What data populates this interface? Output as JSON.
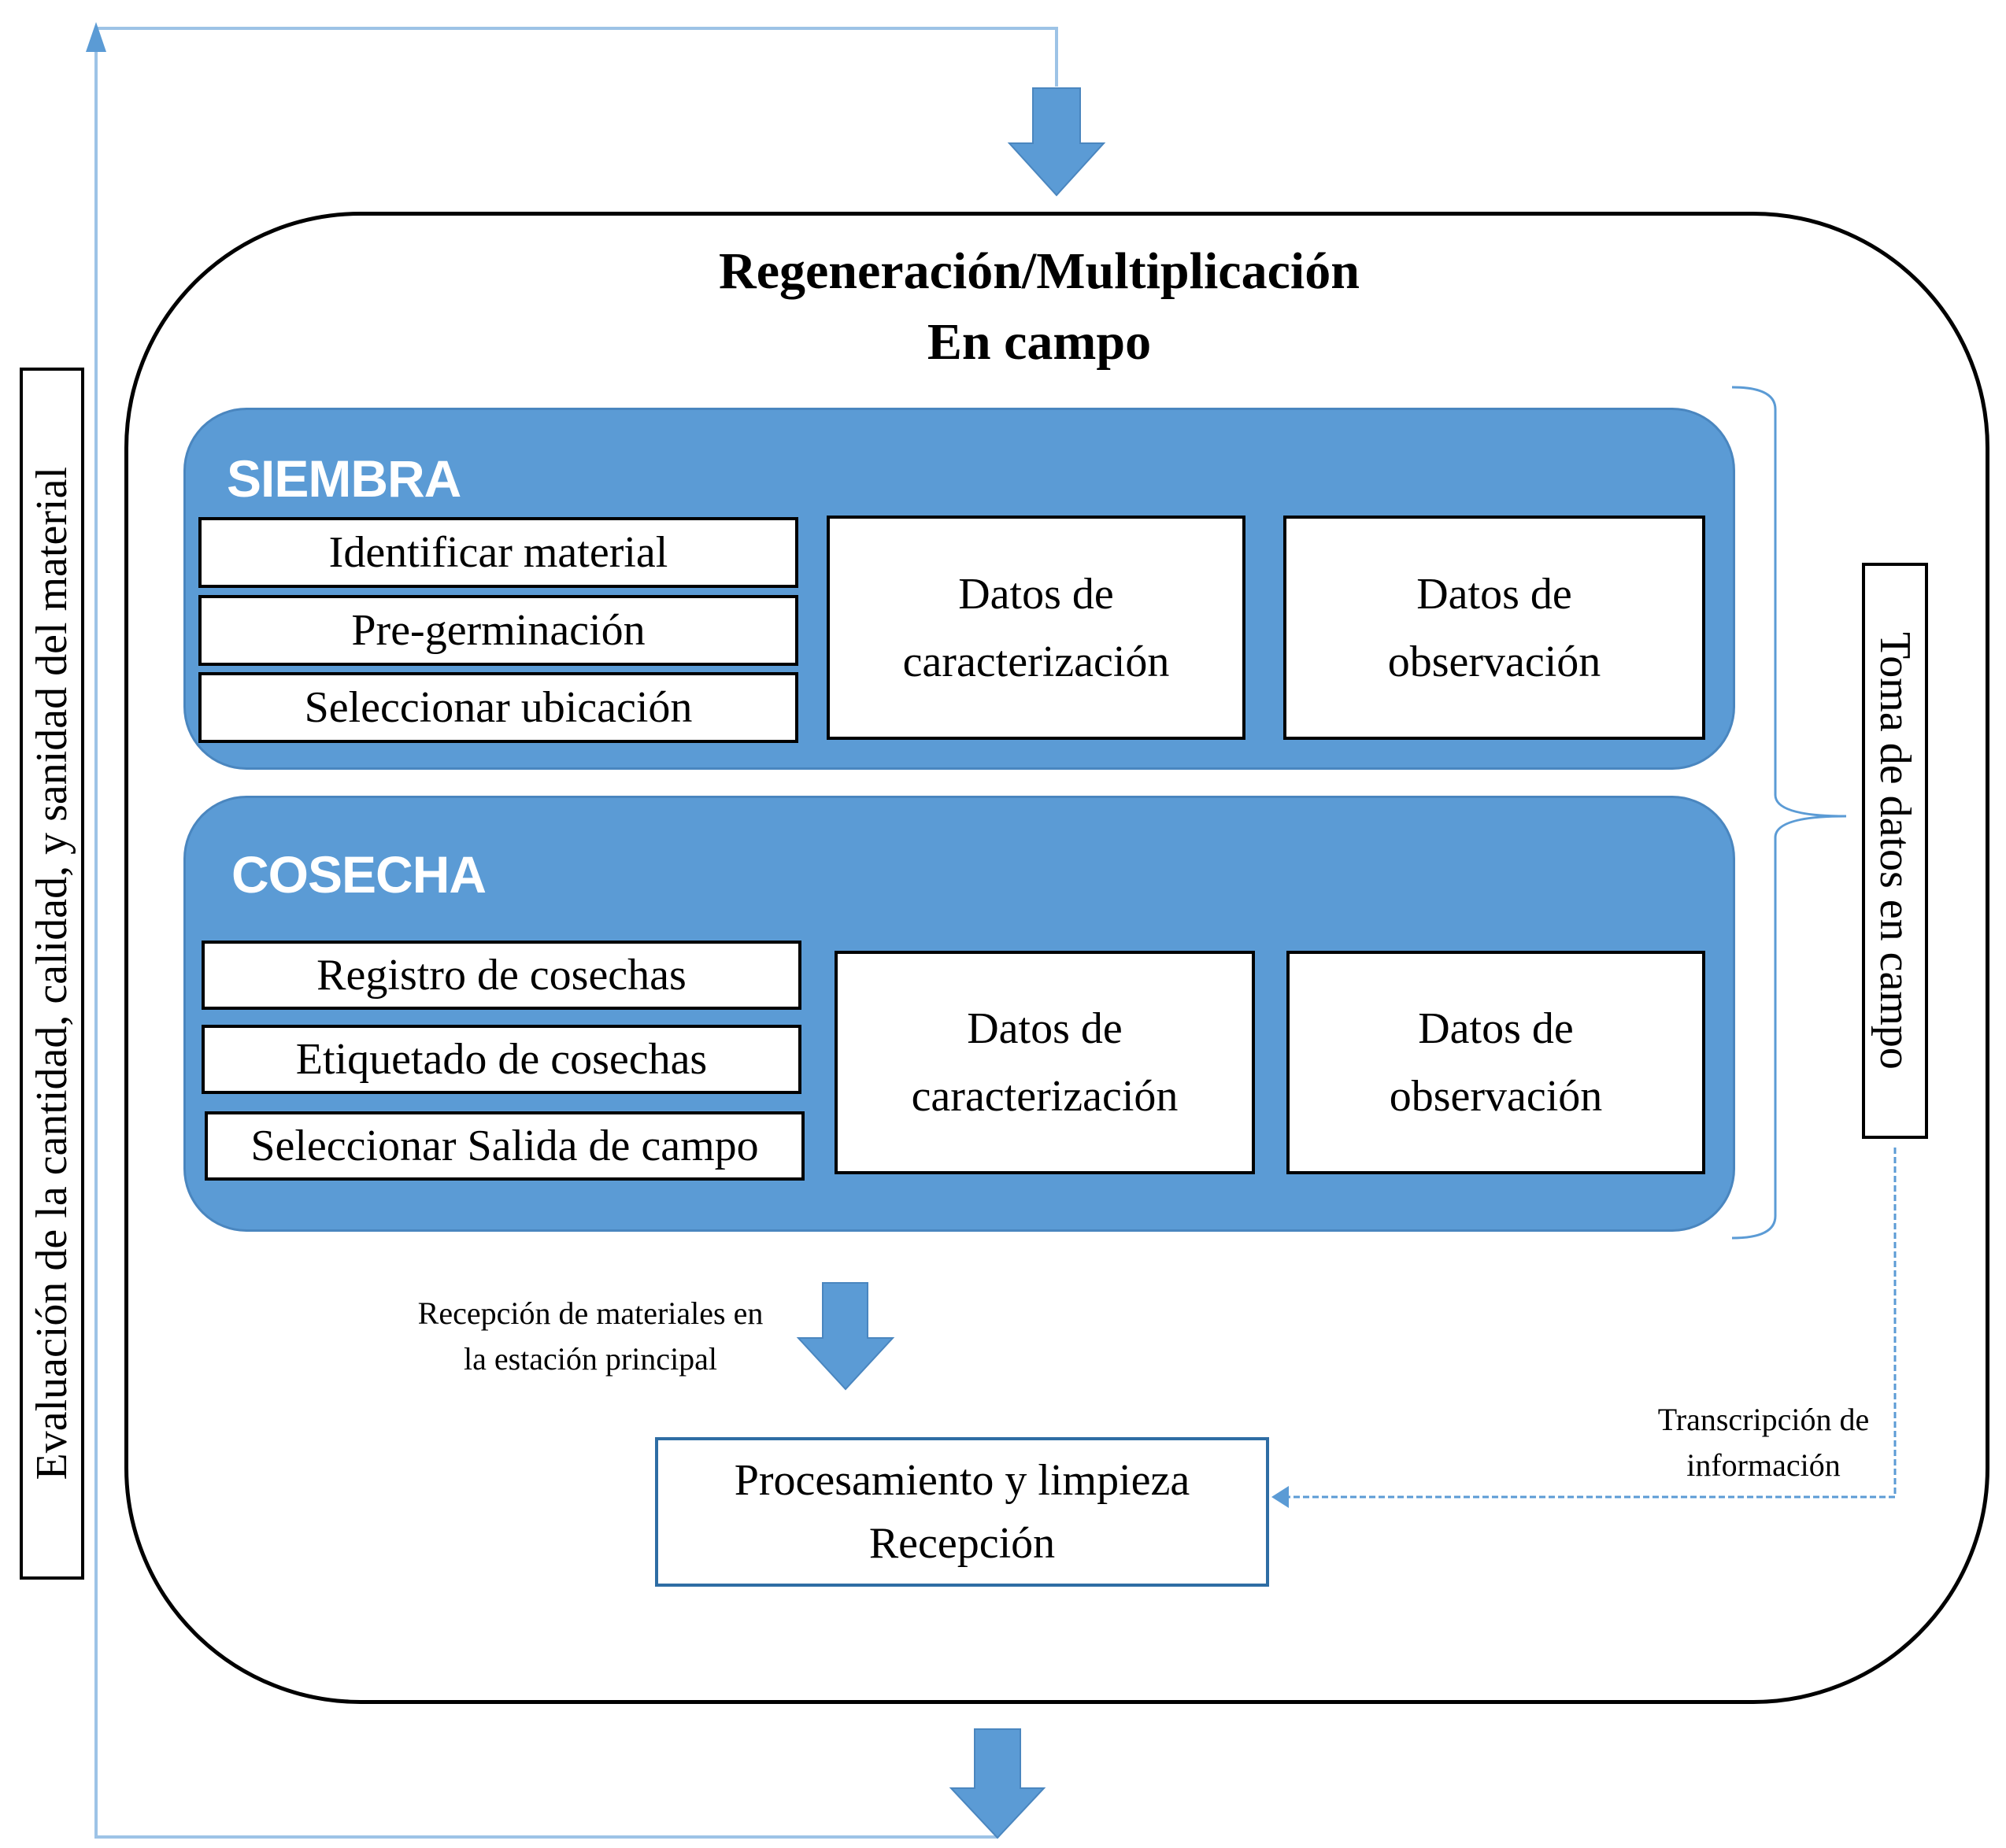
{
  "title": {
    "line1": "Regeneración/Multiplicación",
    "line2": "En campo"
  },
  "siembra": {
    "label": "SIEMBRA",
    "steps": [
      "Identificar material",
      "Pre-germinación",
      "Seleccionar ubicación"
    ],
    "data_boxes": [
      {
        "line1": "Datos de",
        "line2": "caracterización"
      },
      {
        "line1": "Datos de",
        "line2": "observación"
      }
    ]
  },
  "cosecha": {
    "label": "COSECHA",
    "steps": [
      "Registro de cosechas",
      "Etiquetado de cosechas",
      "Seleccionar Salida de campo"
    ],
    "data_boxes": [
      {
        "line1": "Datos de",
        "line2": "caracterización"
      },
      {
        "line1": "Datos de",
        "line2": "observación"
      }
    ]
  },
  "toma_datos": "Toma de datos en campo",
  "evaluacion": "Evaluación de la cantidad, calidad, y sanidad del material",
  "recepcion_label": {
    "line1": "Recepción de materiales en",
    "line2": "la estación principal"
  },
  "transcripcion_label": {
    "line1": "Transcripción de",
    "line2": "información"
  },
  "procesamiento": {
    "line1": "Procesamiento y limpieza",
    "line2": "Recepción"
  },
  "colors": {
    "stage_fill": "#5b9bd5",
    "arrow_fill": "#5b9bd5",
    "loop_line": "#9dc3e6",
    "proc_border": "#2e6da4"
  }
}
